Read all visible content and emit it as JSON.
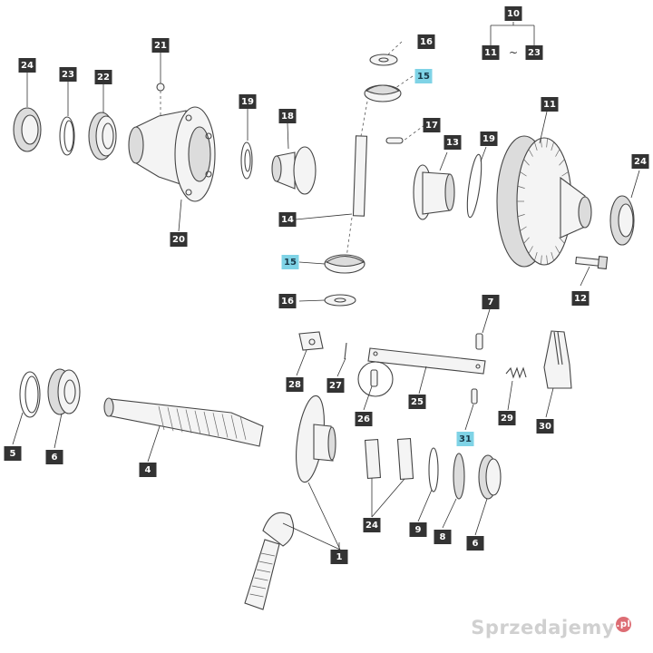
{
  "colors": {
    "label_default_bg": "#333333",
    "label_default_fg": "#ffffff",
    "label_highlight_bg": "#7fd3e6",
    "label_highlight_fg": "#1a3a4a"
  },
  "labels": [
    {
      "id": "l24a",
      "text": "24",
      "highlight": false
    },
    {
      "id": "l23",
      "text": "23",
      "highlight": false
    },
    {
      "id": "l22",
      "text": "22",
      "highlight": false
    },
    {
      "id": "l21",
      "text": "21",
      "highlight": false
    },
    {
      "id": "l20",
      "text": "20",
      "highlight": false
    },
    {
      "id": "l19a",
      "text": "19",
      "highlight": false
    },
    {
      "id": "l18",
      "text": "18",
      "highlight": false
    },
    {
      "id": "l14",
      "text": "14",
      "highlight": false
    },
    {
      "id": "l16a",
      "text": "16",
      "highlight": false
    },
    {
      "id": "l15a",
      "text": "15",
      "highlight": true
    },
    {
      "id": "l17",
      "text": "17",
      "highlight": false
    },
    {
      "id": "l13",
      "text": "13",
      "highlight": false
    },
    {
      "id": "l19b",
      "text": "19",
      "highlight": false
    },
    {
      "id": "l10",
      "text": "10",
      "highlight": false
    },
    {
      "id": "l11a",
      "text": "11",
      "highlight": false
    },
    {
      "id": "l23b",
      "text": "23",
      "highlight": false
    },
    {
      "id": "l11b",
      "text": "11",
      "highlight": false
    },
    {
      "id": "l24b",
      "text": "24",
      "highlight": false
    },
    {
      "id": "l12",
      "text": "12",
      "highlight": false
    },
    {
      "id": "l15b",
      "text": "15",
      "highlight": true
    },
    {
      "id": "l16b",
      "text": "16",
      "highlight": false
    },
    {
      "id": "l7",
      "text": "7",
      "highlight": false
    },
    {
      "id": "l28",
      "text": "28",
      "highlight": false
    },
    {
      "id": "l27",
      "text": "27",
      "highlight": false
    },
    {
      "id": "l25",
      "text": "25",
      "highlight": false
    },
    {
      "id": "l26",
      "text": "26",
      "highlight": false
    },
    {
      "id": "l29",
      "text": "29",
      "highlight": false
    },
    {
      "id": "l30",
      "text": "30",
      "highlight": false
    },
    {
      "id": "l31",
      "text": "31",
      "highlight": true
    },
    {
      "id": "l5",
      "text": "5",
      "highlight": false
    },
    {
      "id": "l6a",
      "text": "6",
      "highlight": false
    },
    {
      "id": "l4",
      "text": "4",
      "highlight": false
    },
    {
      "id": "l24c",
      "text": "24",
      "highlight": false
    },
    {
      "id": "l9",
      "text": "9",
      "highlight": false
    },
    {
      "id": "l8",
      "text": "8",
      "highlight": false
    },
    {
      "id": "l6b",
      "text": "6",
      "highlight": false
    },
    {
      "id": "l1",
      "text": "1",
      "highlight": false
    }
  ],
  "range_separator": "~",
  "watermark": {
    "text": "Sprzedajemy",
    "badge": ".pl"
  }
}
